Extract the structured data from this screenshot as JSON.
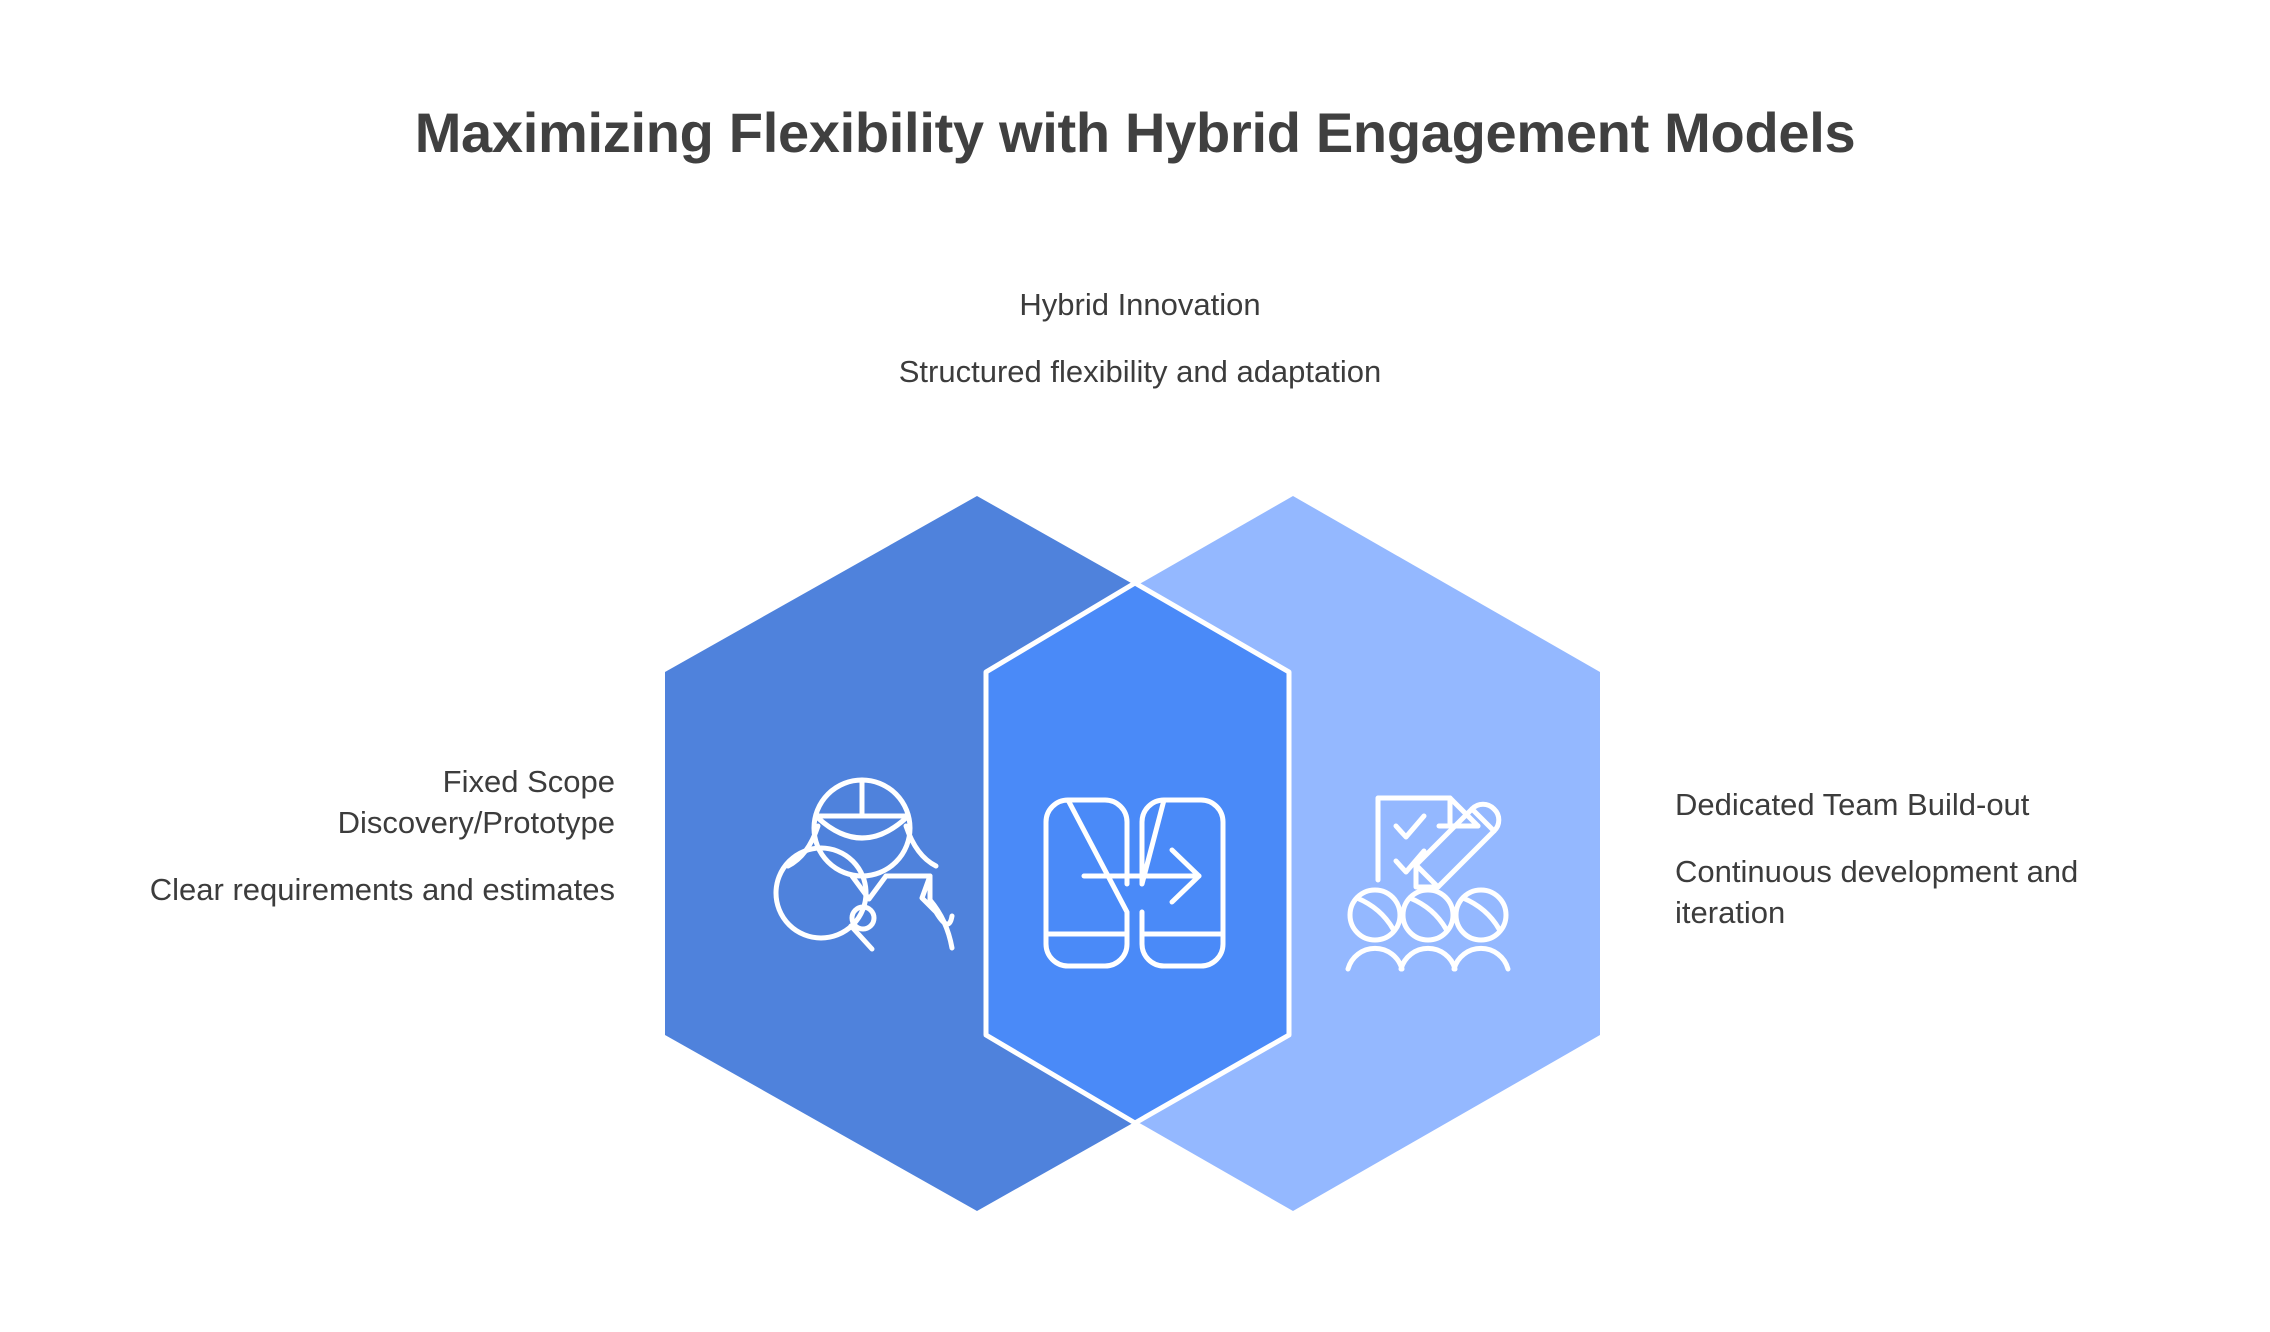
{
  "page": {
    "title": "Maximizing Flexibility with Hybrid Engagement Models",
    "background_color": "#ffffff",
    "title_color": "#404040"
  },
  "colors": {
    "left_hexagon": "#4F82DC",
    "right_hexagon": "#94B8FF",
    "overlap_lens": "#4A8AF8",
    "lens_outline": "#ffffff",
    "icon_stroke": "#ffffff",
    "text": "#3c3c3c"
  },
  "diagram": {
    "type": "venn-hexagons",
    "segments": [
      {
        "id": "left",
        "name": "Fixed Scope Discovery/Prototype",
        "title": "Fixed Scope\nDiscovery/Prototype",
        "title_line1": "Fixed Scope",
        "title_line2": "Discovery/Prototype",
        "description": "Clear requirements and estimates",
        "icon": "person-with-magnifier-icon",
        "fill": "#4F82DC",
        "label_position": "left"
      },
      {
        "id": "center",
        "name": "Hybrid Innovation",
        "title": "Hybrid Innovation",
        "description": "Structured flexibility and adaptation",
        "icon": "transfer-arrow-icon",
        "fill": "#4A8AF8",
        "label_position": "top"
      },
      {
        "id": "right",
        "name": "Dedicated Team Build-out",
        "title": "Dedicated Team Build-out",
        "description": "Continuous development and iteration",
        "icon": "checklist-team-icon",
        "fill": "#94B8FF",
        "label_position": "right"
      }
    ]
  },
  "labels": {
    "center": {
      "title": "Hybrid Innovation",
      "description": "Structured flexibility and adaptation"
    },
    "left": {
      "title_line1": "Fixed Scope",
      "title_line2": "Discovery/Prototype",
      "description": "Clear requirements and estimates"
    },
    "right": {
      "title": "Dedicated Team Build-out",
      "description": "Continuous development and iteration"
    }
  },
  "icons": {
    "left": "person-with-magnifier-icon",
    "center": "transfer-arrow-icon",
    "right": "checklist-team-icon"
  }
}
